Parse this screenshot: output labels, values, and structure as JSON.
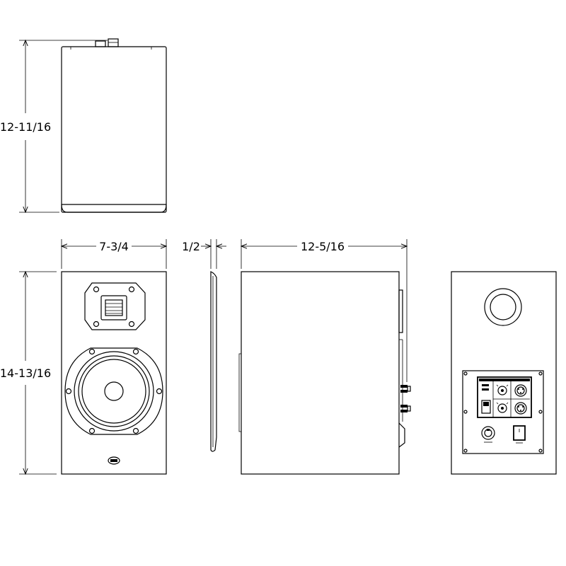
{
  "dimensions": {
    "top_height": "12-11/16",
    "front_width": "7-3/4",
    "grille_depth": "1/2",
    "side_depth": "12-5/16",
    "front_height": "14-13/16"
  },
  "icons": {
    "arrow": "arrowhead-icon",
    "screw": "screw-icon",
    "logo": "logo-badge-icon",
    "xlr": "xlr-connector-icon",
    "knob": "knob-icon",
    "switch": "power-switch-icon",
    "powercon": "power-inlet-icon"
  }
}
